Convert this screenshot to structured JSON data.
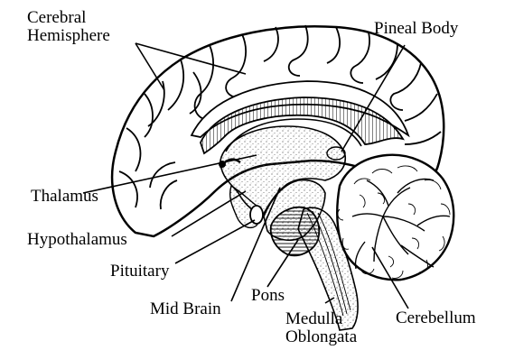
{
  "labels": {
    "cerebral_hemisphere": [
      "Cerebral",
      "Hemisphere"
    ],
    "pineal_body": "Pineal Body",
    "thalamus": "Thalamus",
    "hypothalamus": "Hypothalamus",
    "pituitary": "Pituitary",
    "mid_brain": "Mid Brain",
    "pons": "Pons",
    "medulla_oblongata": [
      "Medulla",
      "Oblongata"
    ],
    "cerebellum": "Cerebellum"
  },
  "colors": {
    "ink": "#000000",
    "background": "#ffffff",
    "stipple": "#555555"
  }
}
